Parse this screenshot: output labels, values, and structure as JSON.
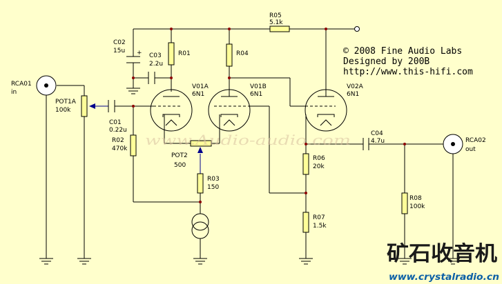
{
  "credits": {
    "line1": "© 2008 Fine Audio Labs",
    "line2": "Designed by 200B",
    "line3": "http://www.this-hifi.com"
  },
  "components": {
    "rca01": {
      "name": "RCA01",
      "desc": "in"
    },
    "rca02": {
      "name": "RCA02",
      "desc": "out"
    },
    "pot1a": {
      "name": "POT1A",
      "value": "100k"
    },
    "pot2": {
      "name": "POT2",
      "value": "500"
    },
    "c01": {
      "name": "C01",
      "value": "0.22u"
    },
    "c02": {
      "name": "C02",
      "value": "15u"
    },
    "c03": {
      "name": "C03",
      "value": "2.2u"
    },
    "c04": {
      "name": "C04",
      "value": "4.7u"
    },
    "r01": {
      "name": "R01"
    },
    "r02": {
      "name": "R02",
      "value": "470k"
    },
    "r03": {
      "name": "R03",
      "value": "150"
    },
    "r04": {
      "name": "R04"
    },
    "r05": {
      "name": "R05",
      "value": "5.1k"
    },
    "r06": {
      "name": "R06",
      "value": "20k"
    },
    "r07": {
      "name": "R07",
      "value": "1.5k"
    },
    "r08": {
      "name": "R08",
      "value": "100k"
    },
    "v01a": {
      "name": "V01A",
      "value": "6N1"
    },
    "v01b": {
      "name": "V01B",
      "value": "6N1"
    },
    "v02a": {
      "name": "V02A",
      "value": "6N1"
    }
  },
  "watermark": {
    "text": "www.Audio-audio.com",
    "cn_text": "矿石收音机",
    "url": "www.crystalradio.cn"
  },
  "colors": {
    "background": "#ffffcc",
    "wire": "#000000",
    "dot": "#8b0000",
    "component_fill": "#ffff99",
    "url_blue": "#0b5fa6"
  }
}
